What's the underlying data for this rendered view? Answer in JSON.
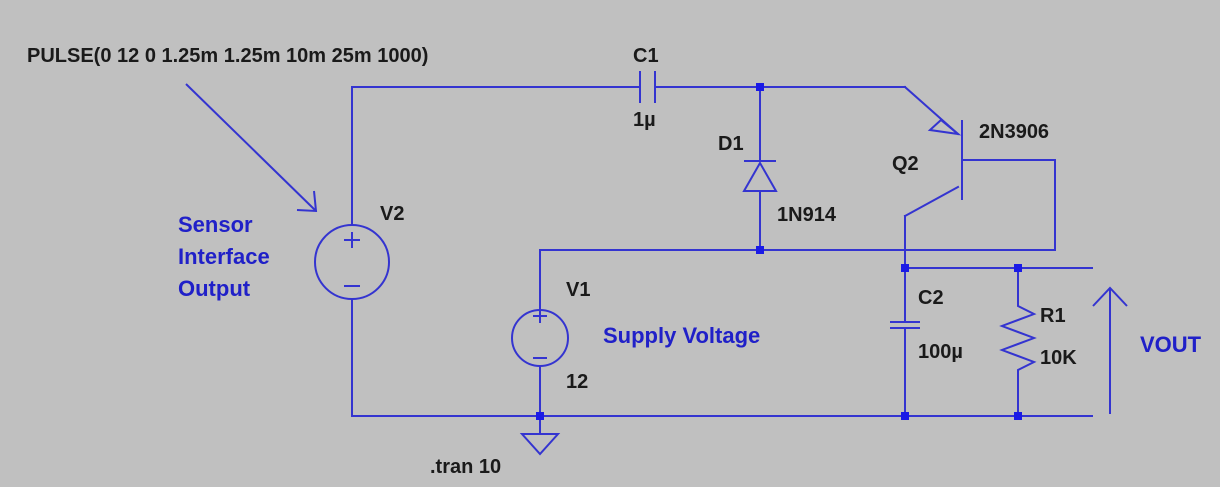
{
  "directives": {
    "pulse": "PULSE(0 12 0 1.25m 1.25m 10m 25m 1000)",
    "tran": ".tran 10"
  },
  "components": {
    "c1": {
      "name": "C1",
      "value": "1µ"
    },
    "d1": {
      "name": "D1",
      "value": "1N914"
    },
    "q2": {
      "name": "Q2",
      "value": "2N3906"
    },
    "v2": {
      "name": "V2"
    },
    "v1": {
      "name": "V1",
      "value": "12"
    },
    "c2": {
      "name": "C2",
      "value": "100µ"
    },
    "r1": {
      "name": "R1",
      "value": "10K"
    }
  },
  "comments": {
    "sensor_line1": "Sensor",
    "sensor_line2": "Interface",
    "sensor_line3": "Output",
    "supply": "Supply Voltage",
    "vout": "VOUT"
  },
  "colors": {
    "background": "#c0c0c0",
    "wire": "#3434d0",
    "label": "#1a1a1a",
    "comment": "#2020c8"
  }
}
